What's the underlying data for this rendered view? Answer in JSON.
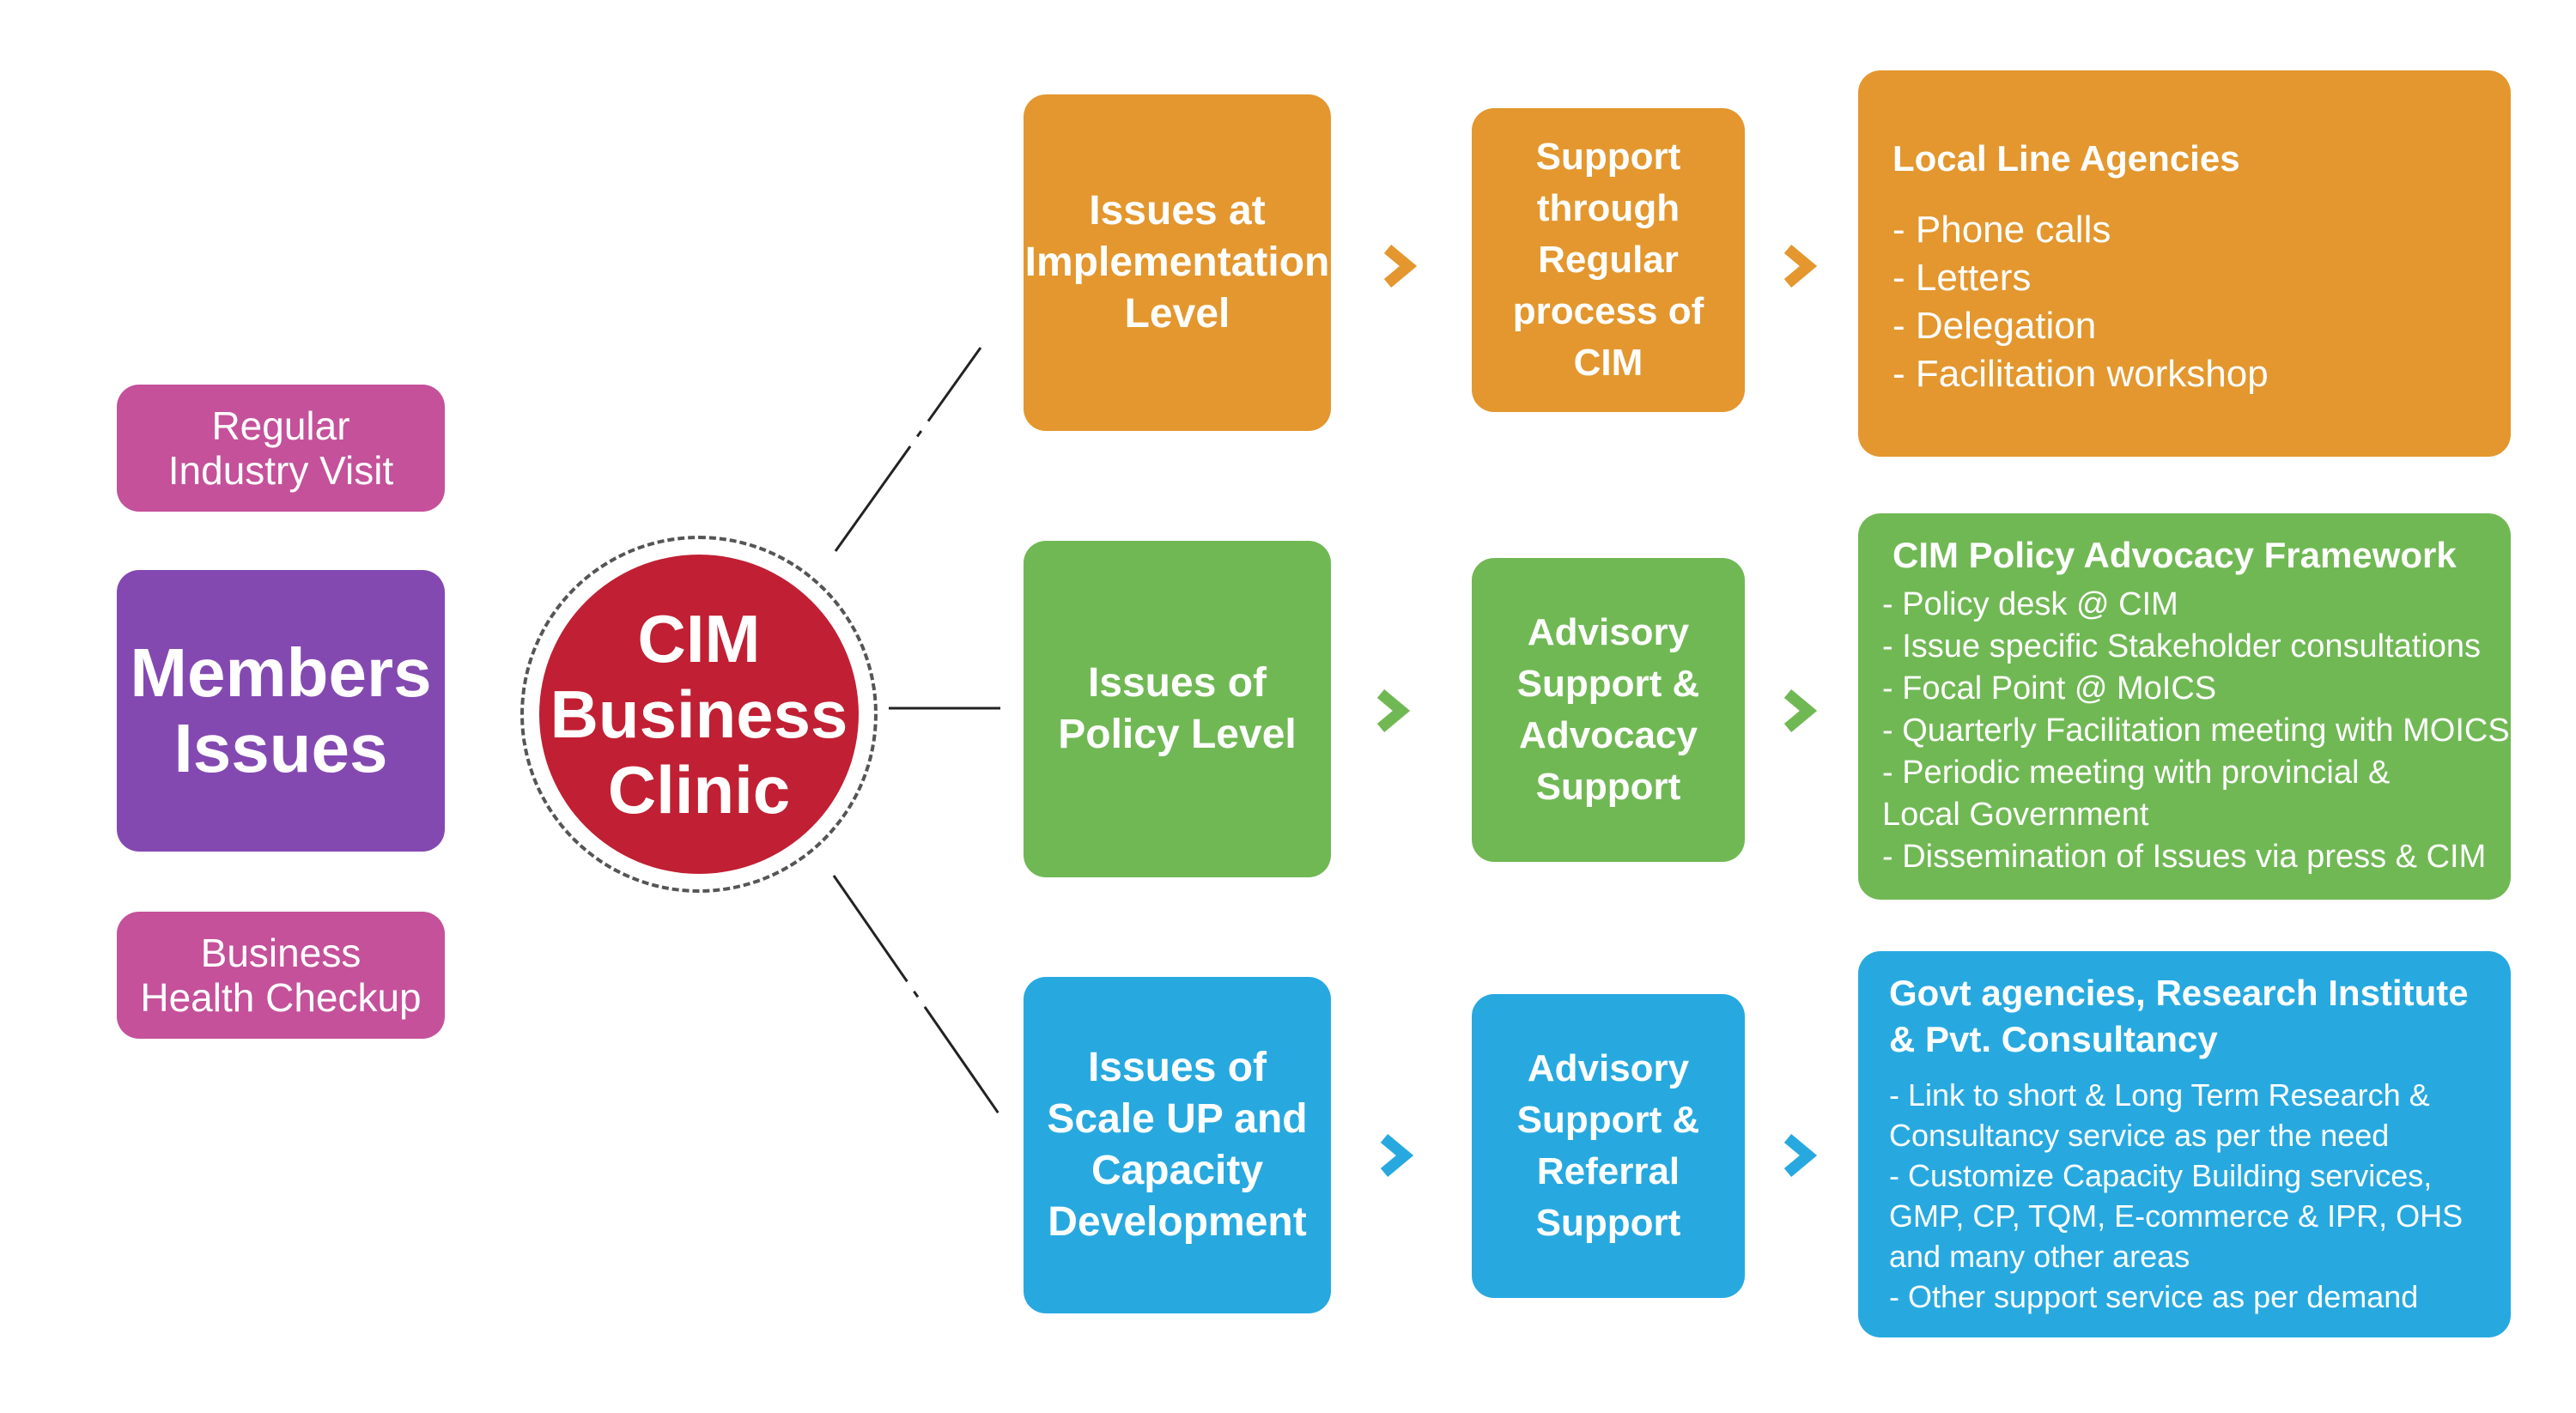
{
  "sources": {
    "industry_visit": "Regular\nIndustry Visit",
    "members_issues": "Members\nIssues",
    "health_checkup": "Business\nHealth Checkup"
  },
  "clinic": {
    "label": "CIM\nBusiness\nClinic"
  },
  "rows": [
    {
      "issue": "Issues at\nImplementation\nLevel",
      "support": "Support\nthrough\nRegular\nprocess of\nCIM",
      "detail_title": "Local Line Agencies",
      "detail_items": [
        "- Phone calls",
        "- Letters",
        "- Delegation",
        "- Facilitation workshop"
      ]
    },
    {
      "issue": "Issues of\nPolicy Level",
      "support": "Advisory\nSupport &\nAdvocacy\nSupport",
      "detail_title": "CIM Policy Advocacy Framework",
      "detail_items": [
        "- Policy desk @ CIM",
        "- Issue specific Stakeholder consultations",
        "- Focal Point @ MoICS",
        "- Quarterly Facilitation meeting with MOICS",
        "- Periodic meeting with provincial &",
        "Local Government",
        "- Dissemination of Issues via press & CIM"
      ]
    },
    {
      "issue": "Issues of\nScale UP and\nCapacity\nDevelopment",
      "support": "Advisory\nSupport &\nReferral\nSupport",
      "detail_title": "Govt agencies, Research Institute\n& Pvt. Consultancy",
      "detail_items": [
        "- Link to short & Long Term Research &",
        "Consultancy service as per the need",
        "- Customize Capacity Building services,",
        "GMP, CP, TQM, E-commerce & IPR, OHS",
        "and many other areas",
        "- Other support service as per demand"
      ]
    }
  ],
  "colors": {
    "orange": "#e3972e",
    "green": "#70b854",
    "blue": "#27a9e0",
    "pink": "#c4519a",
    "purple": "#8449b1",
    "clinic_red": "#c11f33"
  },
  "icons": {
    "arrow": "chevron-right-icon"
  }
}
